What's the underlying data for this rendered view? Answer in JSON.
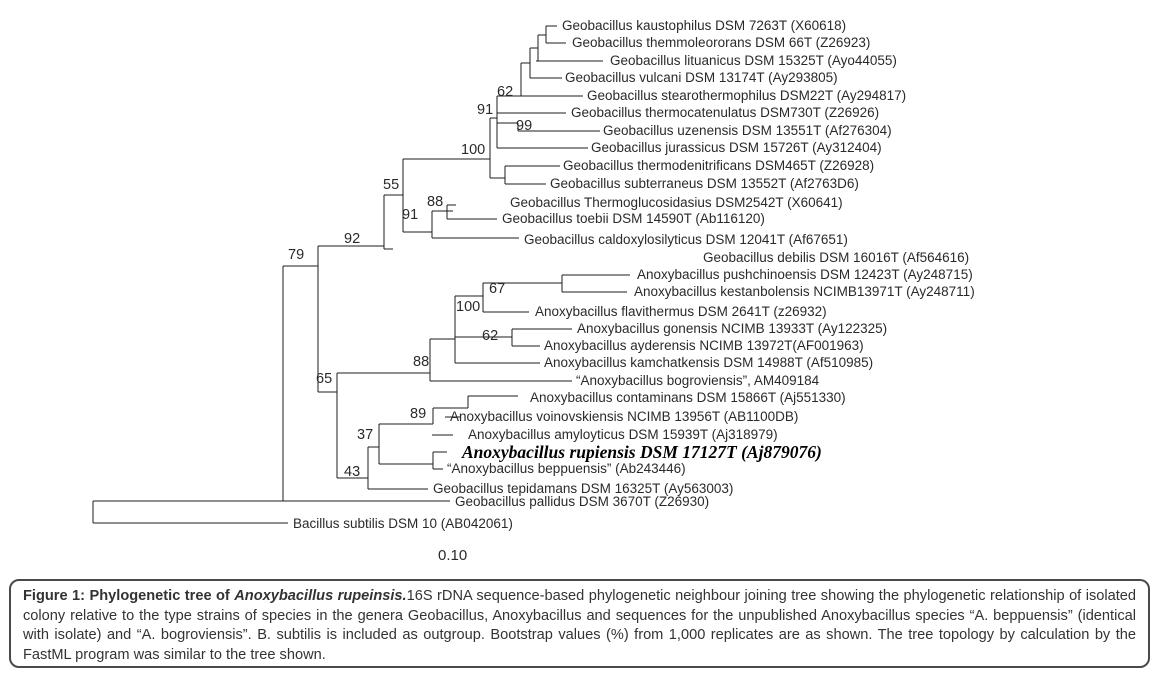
{
  "figure": {
    "scale_label": "0.10",
    "taxa": [
      "Geobacillus kaustophilus DSM 7263T (X60618)",
      "Geobacillus themmoleororans DSM 66T (Z26923)",
      "Geobacillus lituanicus DSM 15325T (Ayo44055)",
      "Geobacillus vulcani DSM 13174T (Ay293805)",
      "Geobacillus stearothermophilus DSM22T (Ay294817)",
      "Geobacillus thermocatenulatus DSM730T (Z26926)",
      "Geobacillus uzenensis DSM 13551T (Af276304)",
      "Geobacillus jurassicus DSM 15726T (Ay312404)",
      "Geobacillus thermodenitrificans DSM465T (Z26928)",
      "Geobacillus subterraneus DSM 13552T (Af2763D6)",
      "Geobacillus Thermoglucosidasius DSM2542T (X60641)",
      "Geobacillus toebii DSM 14590T (Ab116120)",
      "Geobacillus caldoxylosilyticus DSM 12041T (Af67651)",
      "Geobacillus debilis DSM 16016T (Af564616)",
      "Anoxybacillus pushchinoensis DSM 12423T (Ay248715)",
      "Anoxybacillus kestanbolensis NCIMB13971T (Ay248711)",
      "Anoxybacillus flavithermus DSM 2641T (z26932)",
      "Anoxybacillus gonensis NCIMB 13933T (Ay122325)",
      "Anoxybacillus ayderensis NCIMB 13972T(AF001963)",
      "Anoxybacillus kamchatkensis DSM 14988T (Af510985)",
      "“Anoxybacillus bogroviensis”, AM409184",
      "Anoxybacillus contaminans DSM 15866T (Aj551330)",
      "Anoxybacillus voinovskiensis NCIMB 13956T (AB1100DB)",
      "Anoxybacillus amyloyticus DSM 15939T (Aj318979)",
      "Anoxybacillus rupiensis DSM 17127T (Aj879076)",
      "“Anoxybacillus beppuensis” (Ab243446)",
      "Geobacillus tepidamans DSM 16325T (Ay563003)",
      "Geobacillus pallidus DSM 3670T (Z26930)",
      "Bacillus subtilis DSM 10 (AB042061)"
    ],
    "bootstrap_values": [
      "62",
      "91",
      "99",
      "100",
      "55",
      "88",
      "91",
      "92",
      "79",
      "67",
      "100",
      "62",
      "88",
      "65",
      "89",
      "37",
      "43"
    ]
  },
  "caption": {
    "heading": "Figure 1: Phylogenetic tree of ",
    "species": "Anoxybacillus rupeinsis.",
    "body": "16S rDNA sequence-based phylogenetic neighbour joining tree showing the phylogenetic relationship of isolated colony relative to the type strains of species in the genera Geobacillus, Anoxybacillus and sequences for the unpublished Anoxybacillus species “A. beppuensis” (identical with isolate) and “A. bogroviensis”. B. subtilis is included as outgroup. Bootstrap values (%) from 1,000 replicates are as shown. The tree topology by calculation by the FastML program was similar to the tree shown."
  },
  "colors": {
    "line": "#1c1c1c",
    "text": "#2a2a2a",
    "background": "#ffffff",
    "caption_border": "#4a4a4a"
  }
}
